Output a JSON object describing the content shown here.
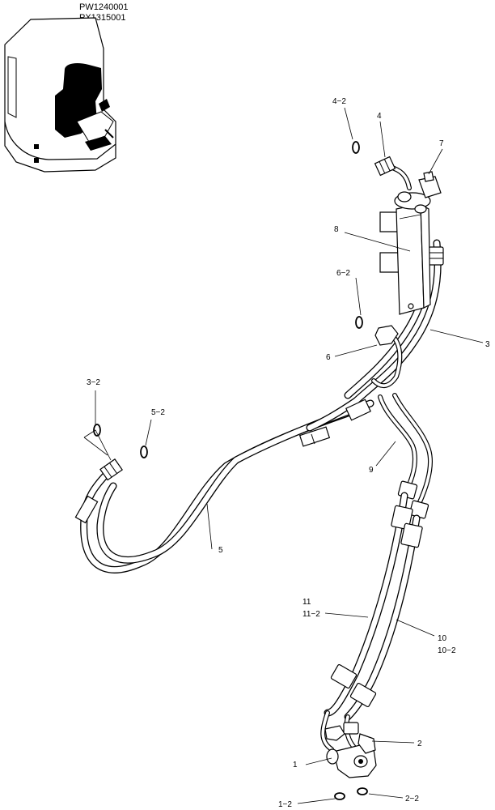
{
  "model_codes": [
    "PW1240001",
    "PX1315001"
  ],
  "callouts": {
    "c1": "1",
    "c1_2": "1−2",
    "c2": "2",
    "c2_2": "2−2",
    "c3": "3",
    "c3_2": "3−2",
    "c4": "4",
    "c4_2": "4−2",
    "c5": "5",
    "c5_2": "5−2",
    "c6": "6",
    "c6_2": "6−2",
    "c7": "7",
    "c8": "8",
    "c9": "9",
    "c10": "10",
    "c10_2": "10−2",
    "c11": "11",
    "c11_2": "11−2"
  }
}
